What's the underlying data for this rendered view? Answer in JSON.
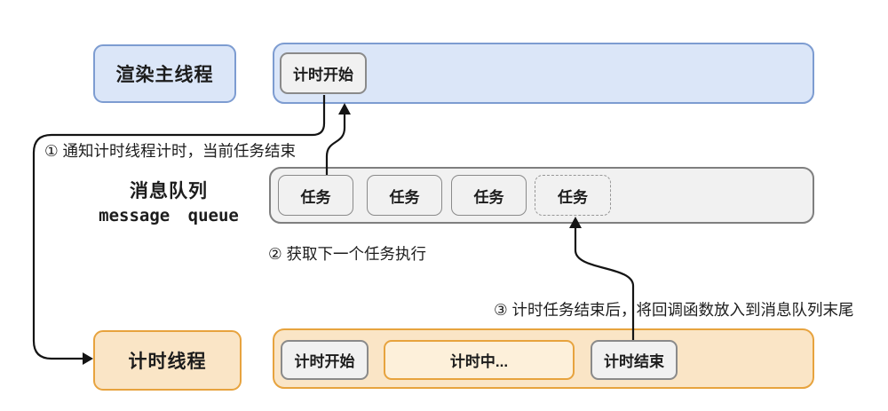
{
  "colors": {
    "blue_fill": "#dbe6f8",
    "blue_border": "#7d9cd1",
    "gray_fill": "#f1f1f1",
    "gray_border": "#8a8a8a",
    "orange_fill": "#fae5c6",
    "orange_light_fill": "#fdf0da",
    "orange_border": "#e7a33e",
    "line_color": "#141414",
    "text_color": "#1c1c1c"
  },
  "render_thread": {
    "title": "渲染主线程"
  },
  "render_lane": {
    "timer_start": "计时开始"
  },
  "message_queue": {
    "title_zh": "消息队列",
    "title_en": "message queue",
    "tasks": [
      {
        "label": "任务",
        "style": "solid"
      },
      {
        "label": "任务",
        "style": "solid"
      },
      {
        "label": "任务",
        "style": "solid"
      },
      {
        "label": "任务",
        "style": "dashed"
      }
    ]
  },
  "timer_thread": {
    "title": "计时线程"
  },
  "timer_lane": {
    "timer_start": "计时开始",
    "timing": "计时中...",
    "timer_end": "计时结束"
  },
  "annotations": {
    "step1": "① 通知计时线程计时，当前任务结束",
    "step2": "② 获取下一个任务执行",
    "step3": "③ 计时任务结束后，将回调函数放入到消息队列末尾"
  }
}
